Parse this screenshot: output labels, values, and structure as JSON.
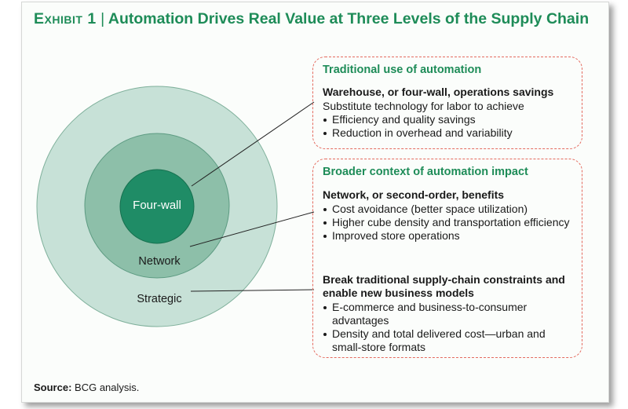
{
  "title": {
    "exhibit": "Exhibit 1",
    "separator": "|",
    "text": "Automation Drives Real Value at Three Levels of the Supply Chain"
  },
  "circles": {
    "inner": "Four-wall",
    "middle": "Network",
    "outer": "Strategic"
  },
  "box1": {
    "heading": "Traditional use of automation",
    "sections": [
      {
        "title": "Warehouse, or four-wall, operations savings",
        "intro": "Substitute technology for labor to achieve",
        "bullets": [
          "Efficiency and quality savings",
          "Reduction in overhead and variability"
        ]
      }
    ]
  },
  "box2": {
    "heading": "Broader context of automation impact",
    "sections": [
      {
        "title": "Network, or second-order, benefits",
        "bullets": [
          "Cost avoidance (better space utilization)",
          "Higher cube density and transportation efficiency",
          "Improved store operations"
        ]
      },
      {
        "title": "Break traditional supply-chain constraints and enable new business models",
        "bullets": [
          "E-commerce and business-to-consumer advantages",
          "Density and total delivered cost—urban and small-store formats"
        ]
      }
    ]
  },
  "source": {
    "label": "Source:",
    "text": "BCG analysis."
  },
  "colors": {
    "title": "#1e8c58",
    "outer_circle": "#c7e1d7",
    "middle_circle": "#8dbfa9",
    "inner_circle": "#1f8c66",
    "dashed_border": "#e46a5e"
  }
}
